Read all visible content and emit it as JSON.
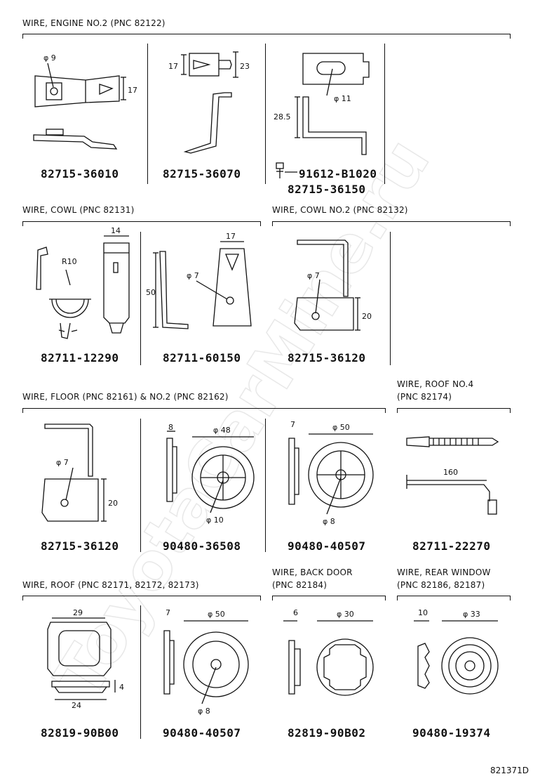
{
  "sections": {
    "engine": "WIRE, ENGINE NO.2 (PNC 82122)",
    "cowl": "WIRE, COWL (PNC 82131)",
    "cowl2": "WIRE, COWL NO.2 (PNC 82132)",
    "floor": "WIRE, FLOOR (PNC 82161) & NO.2 (PNC 82162)",
    "roof4_l1": "WIRE, ROOF NO.4",
    "roof4_l2": "(PNC 82174)",
    "roof": "WIRE, ROOF (PNC 82171, 82172, 82173)",
    "back_l1": "WIRE, BACK DOOR",
    "back_l2": "(PNC 82184)",
    "rear_l1": "WIRE, REAR WINDOW",
    "rear_l2": "(PNC 82186, 82187)"
  },
  "parts": {
    "p1": "82715-36010",
    "p2": "82715-36070",
    "p3a": "91612-B1020",
    "p3b": "82715-36150",
    "p4": "82711-12290",
    "p5": "82711-60150",
    "p6": "82715-36120",
    "p7": "82715-36120",
    "p8": "90480-36508",
    "p9": "90480-40507",
    "p10": "82711-22270",
    "p11": "82819-90B00",
    "p12": "90480-40507",
    "p13": "82819-90B02",
    "p14": "90480-19374"
  },
  "dims": {
    "d1_phi": "φ 9",
    "d1_h": "17",
    "d2_l": "17",
    "d2_r": "23",
    "d3_phi": "φ 11",
    "d3_h": "28.5",
    "d4_r": "R10",
    "d4_w": "14",
    "d5_w": "17",
    "d5_h": "50",
    "d5_phi": "φ 7",
    "d6_phi": "φ 7",
    "d6_h": "20",
    "d7_phi": "φ 7",
    "d7_h": "20",
    "d8_t": "8",
    "d8_od": "φ 48",
    "d8_id": "φ 10",
    "d9_t": "7",
    "d9_od": "φ 50",
    "d9_id": "φ 8",
    "d10_l": "160",
    "d11_w": "29",
    "d11_b": "24",
    "d11_h": "4",
    "d12_t": "7",
    "d12_od": "φ 50",
    "d12_id": "φ 8",
    "d13_t": "6",
    "d13_od": "φ 30",
    "d14_t": "10",
    "d14_od": "φ 33"
  },
  "footer": "821371D",
  "watermark": "ToyotaCarMine.ru"
}
